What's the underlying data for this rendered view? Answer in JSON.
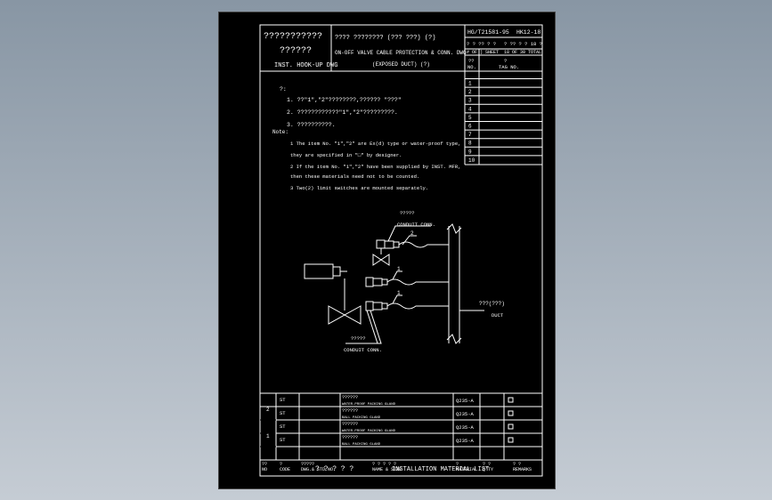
{
  "title_block": {
    "left_line1": "???????????",
    "left_line2": "??????",
    "left_line3": "INST. HOOK-UP DWG",
    "mid_line1": "???? ????????  (???  ???) (?)",
    "mid_line2": "ON-OFF VALVE CABLE PROTECTION & CONN. DWG",
    "mid_line3": "(EXPOSED  DUCT)  (?)",
    "doc_no": "HG/T21581-95",
    "doc_rev": "HK12-18",
    "sheet_q": "? ? ?? ? ?",
    "sheet_label": "# OF ) SHEET",
    "total_q": "? ?? ? ? 18 ?",
    "total_label": "18 OF 30 TOTAL"
  },
  "tag_table": {
    "head_no": "NO.",
    "head_no_q": "??",
    "head_tag_q": "?",
    "head_tag": "TAG  NO.",
    "rows": [
      "1",
      "2",
      "3",
      "4",
      "5",
      "6",
      "7",
      "8",
      "9",
      "10"
    ]
  },
  "notes": {
    "cn_label": "?:",
    "cn_items": [
      "1.  ??\"1\",\"2\"????????,??????  \"???\"",
      "2.  ????????????\"1\",\"2\"?????????.",
      "3.  ??????????."
    ],
    "en_label": "Note:",
    "en_items": [
      "1  The item No. \"1\",\"2\" are Ex(d) type or water-proof type,",
      "   they are specified in \"□\" by designer.",
      "2  If the item No. \"1\",\"2\" have been supplied by INST. MFR,",
      "   then these materials need not to be counted.",
      "3  Two(2) limit switches are mounted separately."
    ]
  },
  "diagram": {
    "conduit_top_cn": "?????",
    "conduit_top_en": "CONDUIT CONN.",
    "item_2": "2",
    "item_1a": "1",
    "item_1b": "1",
    "duct_cn": "???(???)",
    "duct_en": "DUCT",
    "conduit_bot_cn": "?????",
    "conduit_bot_en": "CONDUIT CONN."
  },
  "material_list": {
    "rows": [
      {
        "item": "2",
        "unit": "ST",
        "name_cn": "??????",
        "name_en": "WATER-PROOF PACKING GLAND",
        "material": "Q235-A"
      },
      {
        "item": "",
        "unit": "ST",
        "name_cn": "??????",
        "name_en": "BALL PACKING GLAND",
        "material": "Q235-A"
      },
      {
        "item": "1",
        "unit": "ST",
        "name_cn": "??????",
        "name_en": "WATER-PROOF PACKING GLAND",
        "material": "Q235-A"
      },
      {
        "item": "",
        "unit": "ST",
        "name_cn": "??????",
        "name_en": "BALL PACKING GLAND",
        "material": "Q235-A"
      }
    ],
    "headers": [
      {
        "cn": "??",
        "en": "NO"
      },
      {
        "cn": "?",
        "en": "CODE"
      },
      {
        "cn": "?????",
        "en": "DWG.& STD.NO."
      },
      {
        "cn": "? ? ? ? ?",
        "en": "NAME & SIZE"
      },
      {
        "cn": "?",
        "en": "MATERIAL"
      },
      {
        "cn": "? ?",
        "en": "Q'TY"
      },
      {
        "cn": "? ?",
        "en": "REMARKS"
      }
    ],
    "footer_cn": "? ? ? ? ?",
    "footer_en": "INSTALLATION  MATERIAL  LIST"
  }
}
